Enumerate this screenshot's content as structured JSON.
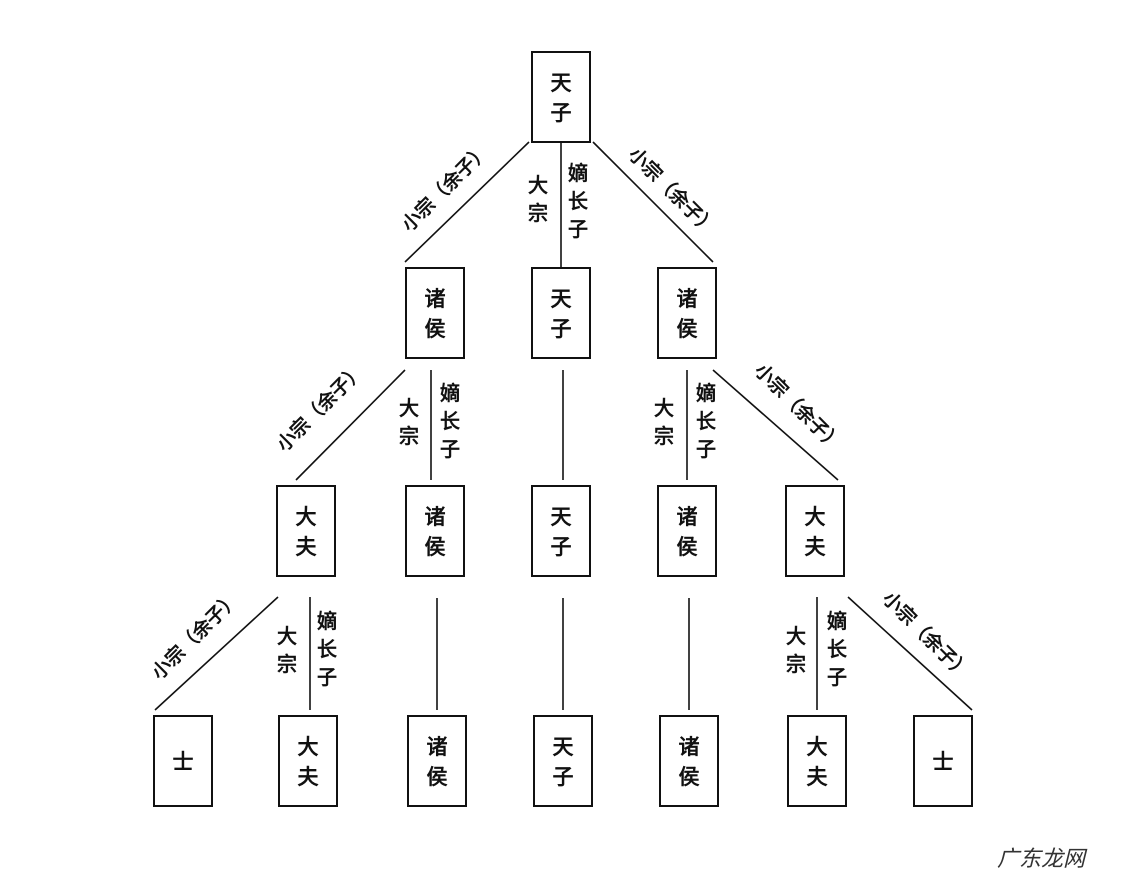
{
  "labels": {
    "tianzi": "天子",
    "zhuhou": "诸侯",
    "dafu": "大夫",
    "shi": "士",
    "dazong": "大宗",
    "dizhangzi": "嫡长子",
    "xiaozong": "小宗",
    "yuzi": "（余子）"
  },
  "watermark": "广东龙网"
}
